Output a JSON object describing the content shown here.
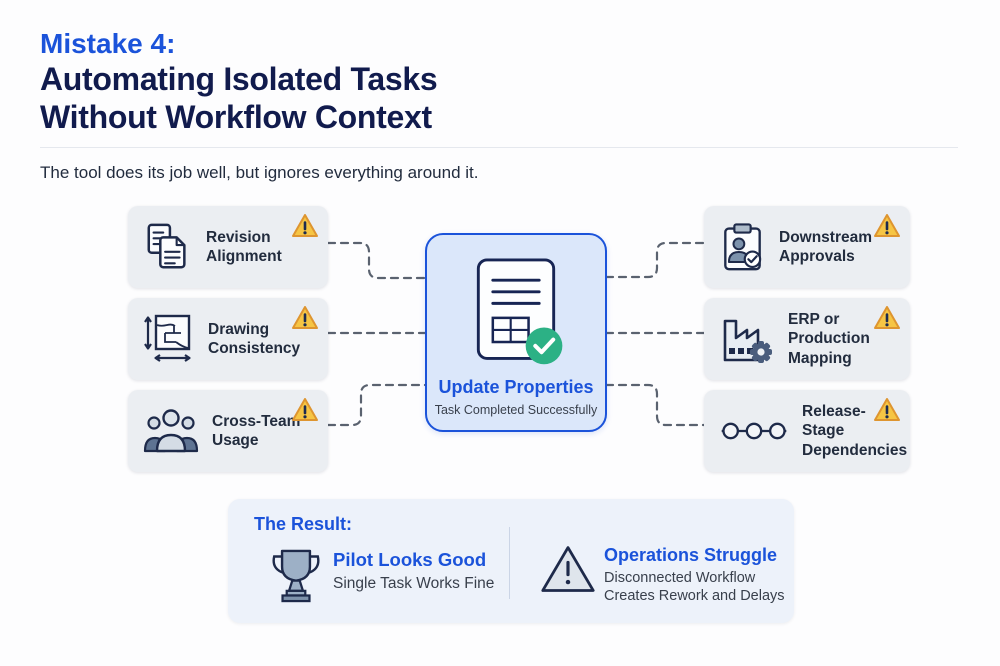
{
  "colors": {
    "accent": "#1b53da",
    "navy": "#111b4d",
    "text_dark": "#222c3e",
    "muted": "#39404c",
    "card_bg": "#ebeef2",
    "center_bg": "#dbe7fa",
    "result_bg": "#edf2fa",
    "divider": "#e5e8ee",
    "connector": "#5a626f",
    "success": "#2cb185",
    "warning_fill": "#f6c544",
    "warning_stroke": "#de9530",
    "icon_stroke": "#1e2a4a"
  },
  "header": {
    "kicker": "Mistake 4:",
    "title_line1": "Automating Isolated Tasks",
    "title_line2": "Without Workflow Context",
    "subtitle": "The tool does its job well, but ignores everything around it."
  },
  "diagram": {
    "left_cards": [
      {
        "label": "Revision Alignment",
        "icon": "documents-icon",
        "status_icon": "warning-triangle-icon"
      },
      {
        "label": "Drawing Consistency",
        "icon": "drawing-dimensions-icon",
        "status_icon": "warning-triangle-icon"
      },
      {
        "label": "Cross-Team Usage",
        "icon": "team-icon",
        "status_icon": "warning-triangle-icon"
      }
    ],
    "center": {
      "title": "Update Properties",
      "subtitle": "Task Completed Successfully",
      "icon": "document-check-icon"
    },
    "right_cards": [
      {
        "label": "Downstream Approvals",
        "icon": "clipboard-approval-icon",
        "status_icon": "warning-triangle-icon"
      },
      {
        "label": "ERP or Production Mapping",
        "icon": "factory-gear-icon",
        "status_icon": "warning-triangle-icon"
      },
      {
        "label": "Release-Stage Dependencies",
        "icon": "node-chain-icon",
        "status_icon": "warning-triangle-icon"
      }
    ]
  },
  "result": {
    "heading": "The Result:",
    "items": [
      {
        "title": "Pilot Looks Good",
        "description": "Single Task Works Fine",
        "icon": "trophy-icon"
      },
      {
        "title": "Operations Struggle",
        "description": "Disconnected Workflow Creates Rework and Delays",
        "icon": "warning-triangle-outline-icon"
      }
    ]
  }
}
